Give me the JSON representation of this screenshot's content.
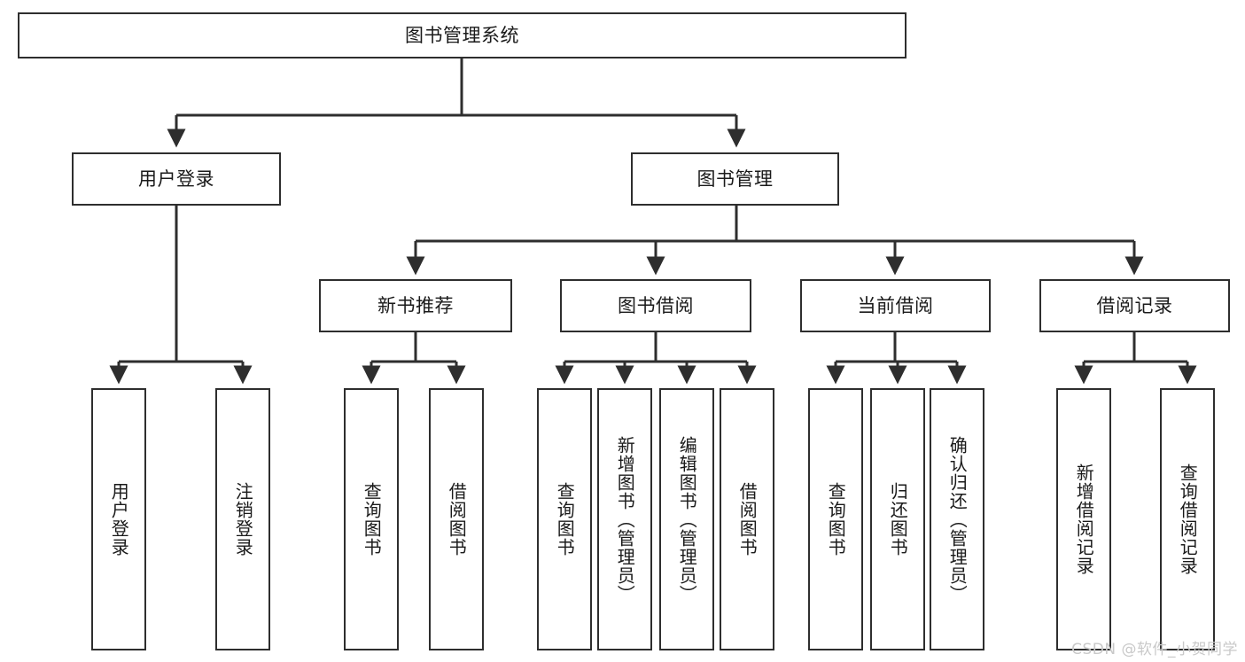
{
  "diagram": {
    "type": "tree-hierarchy",
    "title": "图书管理系统",
    "root": {
      "id": "root",
      "label": "图书管理系统"
    },
    "level1": [
      {
        "id": "user-login",
        "label": "用户登录"
      },
      {
        "id": "book-management",
        "label": "图书管理"
      }
    ],
    "level2": [
      {
        "id": "new-book-recommend",
        "label": "新书推荐",
        "parent": "book-management"
      },
      {
        "id": "book-borrow",
        "label": "图书借阅",
        "parent": "book-management"
      },
      {
        "id": "current-borrow",
        "label": "当前借阅",
        "parent": "book-management"
      },
      {
        "id": "borrow-record",
        "label": "借阅记录",
        "parent": "book-management"
      }
    ],
    "leaves": {
      "user-login": [
        {
          "id": "leaf-user-login",
          "label": "用户登录"
        },
        {
          "id": "leaf-logout",
          "label": "注销登录"
        }
      ],
      "new-book-recommend": [
        {
          "id": "leaf-query-book-1",
          "label": "查询图书"
        },
        {
          "id": "leaf-borrow-book-1",
          "label": "借阅图书"
        }
      ],
      "book-borrow": [
        {
          "id": "leaf-query-book-2",
          "label": "查询图书"
        },
        {
          "id": "leaf-add-book",
          "label": "新增图书（管理员）"
        },
        {
          "id": "leaf-edit-book",
          "label": "编辑图书（管理员）"
        },
        {
          "id": "leaf-borrow-book-2",
          "label": "借阅图书"
        }
      ],
      "current-borrow": [
        {
          "id": "leaf-query-book-3",
          "label": "查询图书"
        },
        {
          "id": "leaf-return-book",
          "label": "归还图书"
        },
        {
          "id": "leaf-confirm-return",
          "label": "确认归还（管理员）"
        }
      ],
      "borrow-record": [
        {
          "id": "leaf-add-record",
          "label": "新增借阅记录"
        },
        {
          "id": "leaf-query-record",
          "label": "查询借阅记录"
        }
      ]
    }
  },
  "watermark": {
    "text": "CSDN @软件_小贺同学"
  },
  "colors": {
    "stroke": "#2e2e2e",
    "fill": "#ffffff",
    "text": "#1a1a1a",
    "watermark": "#c9c9c9"
  }
}
